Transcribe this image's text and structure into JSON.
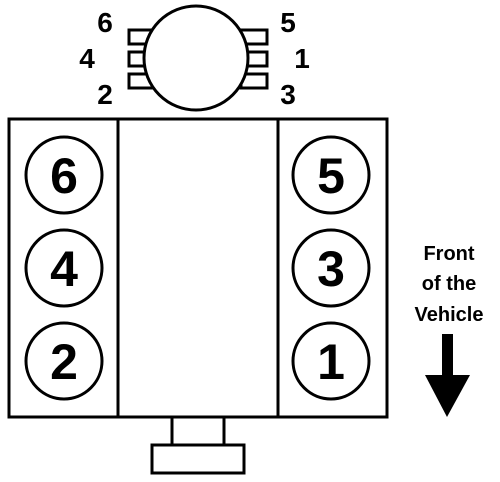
{
  "distributor": {
    "left_terminals": [
      "6",
      "4",
      "2"
    ],
    "right_terminals": [
      "5",
      "1",
      "3"
    ]
  },
  "engine": {
    "left_bank": [
      "6",
      "4",
      "2"
    ],
    "right_bank": [
      "5",
      "3",
      "1"
    ]
  },
  "direction": {
    "line1": "Front",
    "line2": "of the",
    "line3": "Vehicle"
  }
}
